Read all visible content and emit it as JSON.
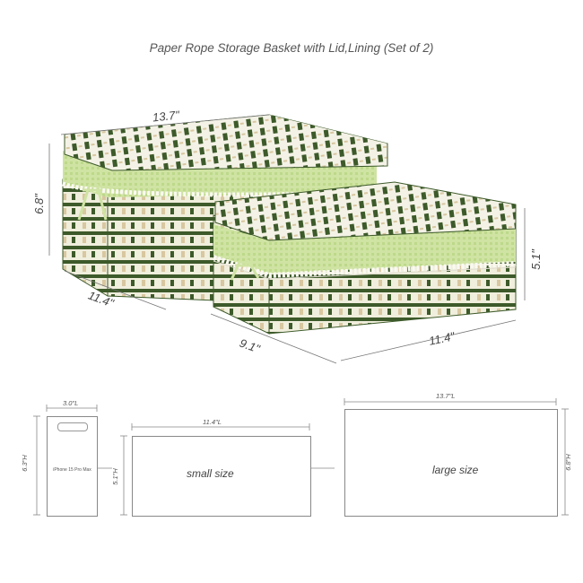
{
  "title": "Paper Rope Storage Basket with Lid,Lining (Set of 2)",
  "photo": {
    "large_basket": {
      "length": "13.7\"",
      "height": "6.8\"",
      "width": "11.4\""
    },
    "small_basket": {
      "height": "5.1\"",
      "width": "9.1\"",
      "length": "11.4\""
    }
  },
  "diagram": {
    "phone": {
      "width": "3.0\"L",
      "height": "6.3\"H",
      "label": "iPhone 15 Pro Max"
    },
    "small": {
      "length": "11.4\"L",
      "height": "5.1\"H",
      "label": "small size"
    },
    "large": {
      "length": "13.7\"L",
      "height": "6.8\"H",
      "label": "large size"
    }
  },
  "colors": {
    "stripe_dark": "#3d5a2a",
    "stripe_light": "#f4f2e6",
    "lining_green": "#cfe3a3",
    "lace": "#faf9f2",
    "wicker": "#d8c7a0"
  }
}
